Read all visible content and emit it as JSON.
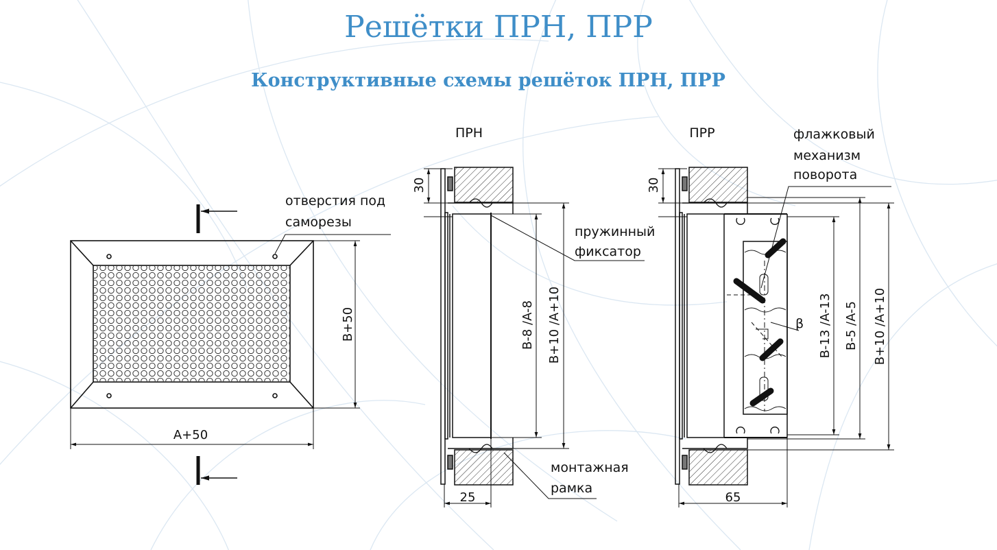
{
  "title": "Решётки ПРН, ПРР",
  "subtitle": "Конструктивные схемы решёток ПРН, ПРР",
  "colors": {
    "accent": "#3f8ec8",
    "line": "#111111",
    "background_pattern": "#dbe7f2"
  },
  "front_view": {
    "label_holes_line1": "отверстия под",
    "label_holes_line2": "саморезы",
    "dim_height": "B+50",
    "dim_width": "A+50"
  },
  "section_prn": {
    "label": "ПРН",
    "dim_top": "30",
    "dim_inner": "B-8 /A-8",
    "dim_outer": "B+10 /A+10",
    "dim_depth": "25",
    "label_spring_line1": "пружинный",
    "label_spring_line2": "фиксатор",
    "label_frame_line1": "монтажная",
    "label_frame_line2": "рамка"
  },
  "section_prr": {
    "label": "ПРР",
    "dim_top": "30",
    "dim_inner1": "B-13 /A-13",
    "dim_inner2": "B-5 /A-5",
    "dim_outer": "B+10 /A+10",
    "dim_depth": "65",
    "angle_label": "β",
    "label_mech_line1": "флажковый",
    "label_mech_line2": "механизм",
    "label_mech_line3": "поворота"
  }
}
